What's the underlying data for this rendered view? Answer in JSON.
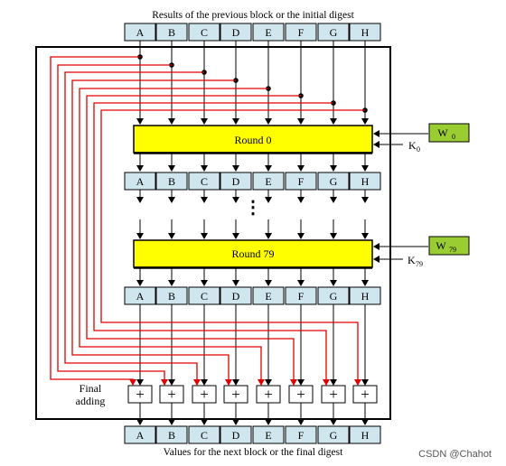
{
  "top_caption": "Results of the previous block or the initial digest",
  "bottom_caption": "Values for the next block or the final digest",
  "registers": [
    "A",
    "B",
    "C",
    "D",
    "E",
    "F",
    "G",
    "H"
  ],
  "round_first": "Round 0",
  "round_last": "Round 79",
  "w_first": {
    "base": "W",
    "sub": "0"
  },
  "w_last": {
    "base": "W",
    "sub": "79"
  },
  "k_first": {
    "base": "K",
    "sub": "0"
  },
  "k_last": {
    "base": "K",
    "sub": "79"
  },
  "ellipsis": "⋮",
  "final_label_line1": "Final",
  "final_label_line2": "adding",
  "adder_symbol": "+",
  "watermark": "CSDN @Chahot",
  "colors": {
    "register_fill": "#cfe6ef",
    "round_fill": "#ffff00",
    "w_fill": "#9acd32",
    "feedback_line": "#e00000",
    "frame": "#000000"
  }
}
